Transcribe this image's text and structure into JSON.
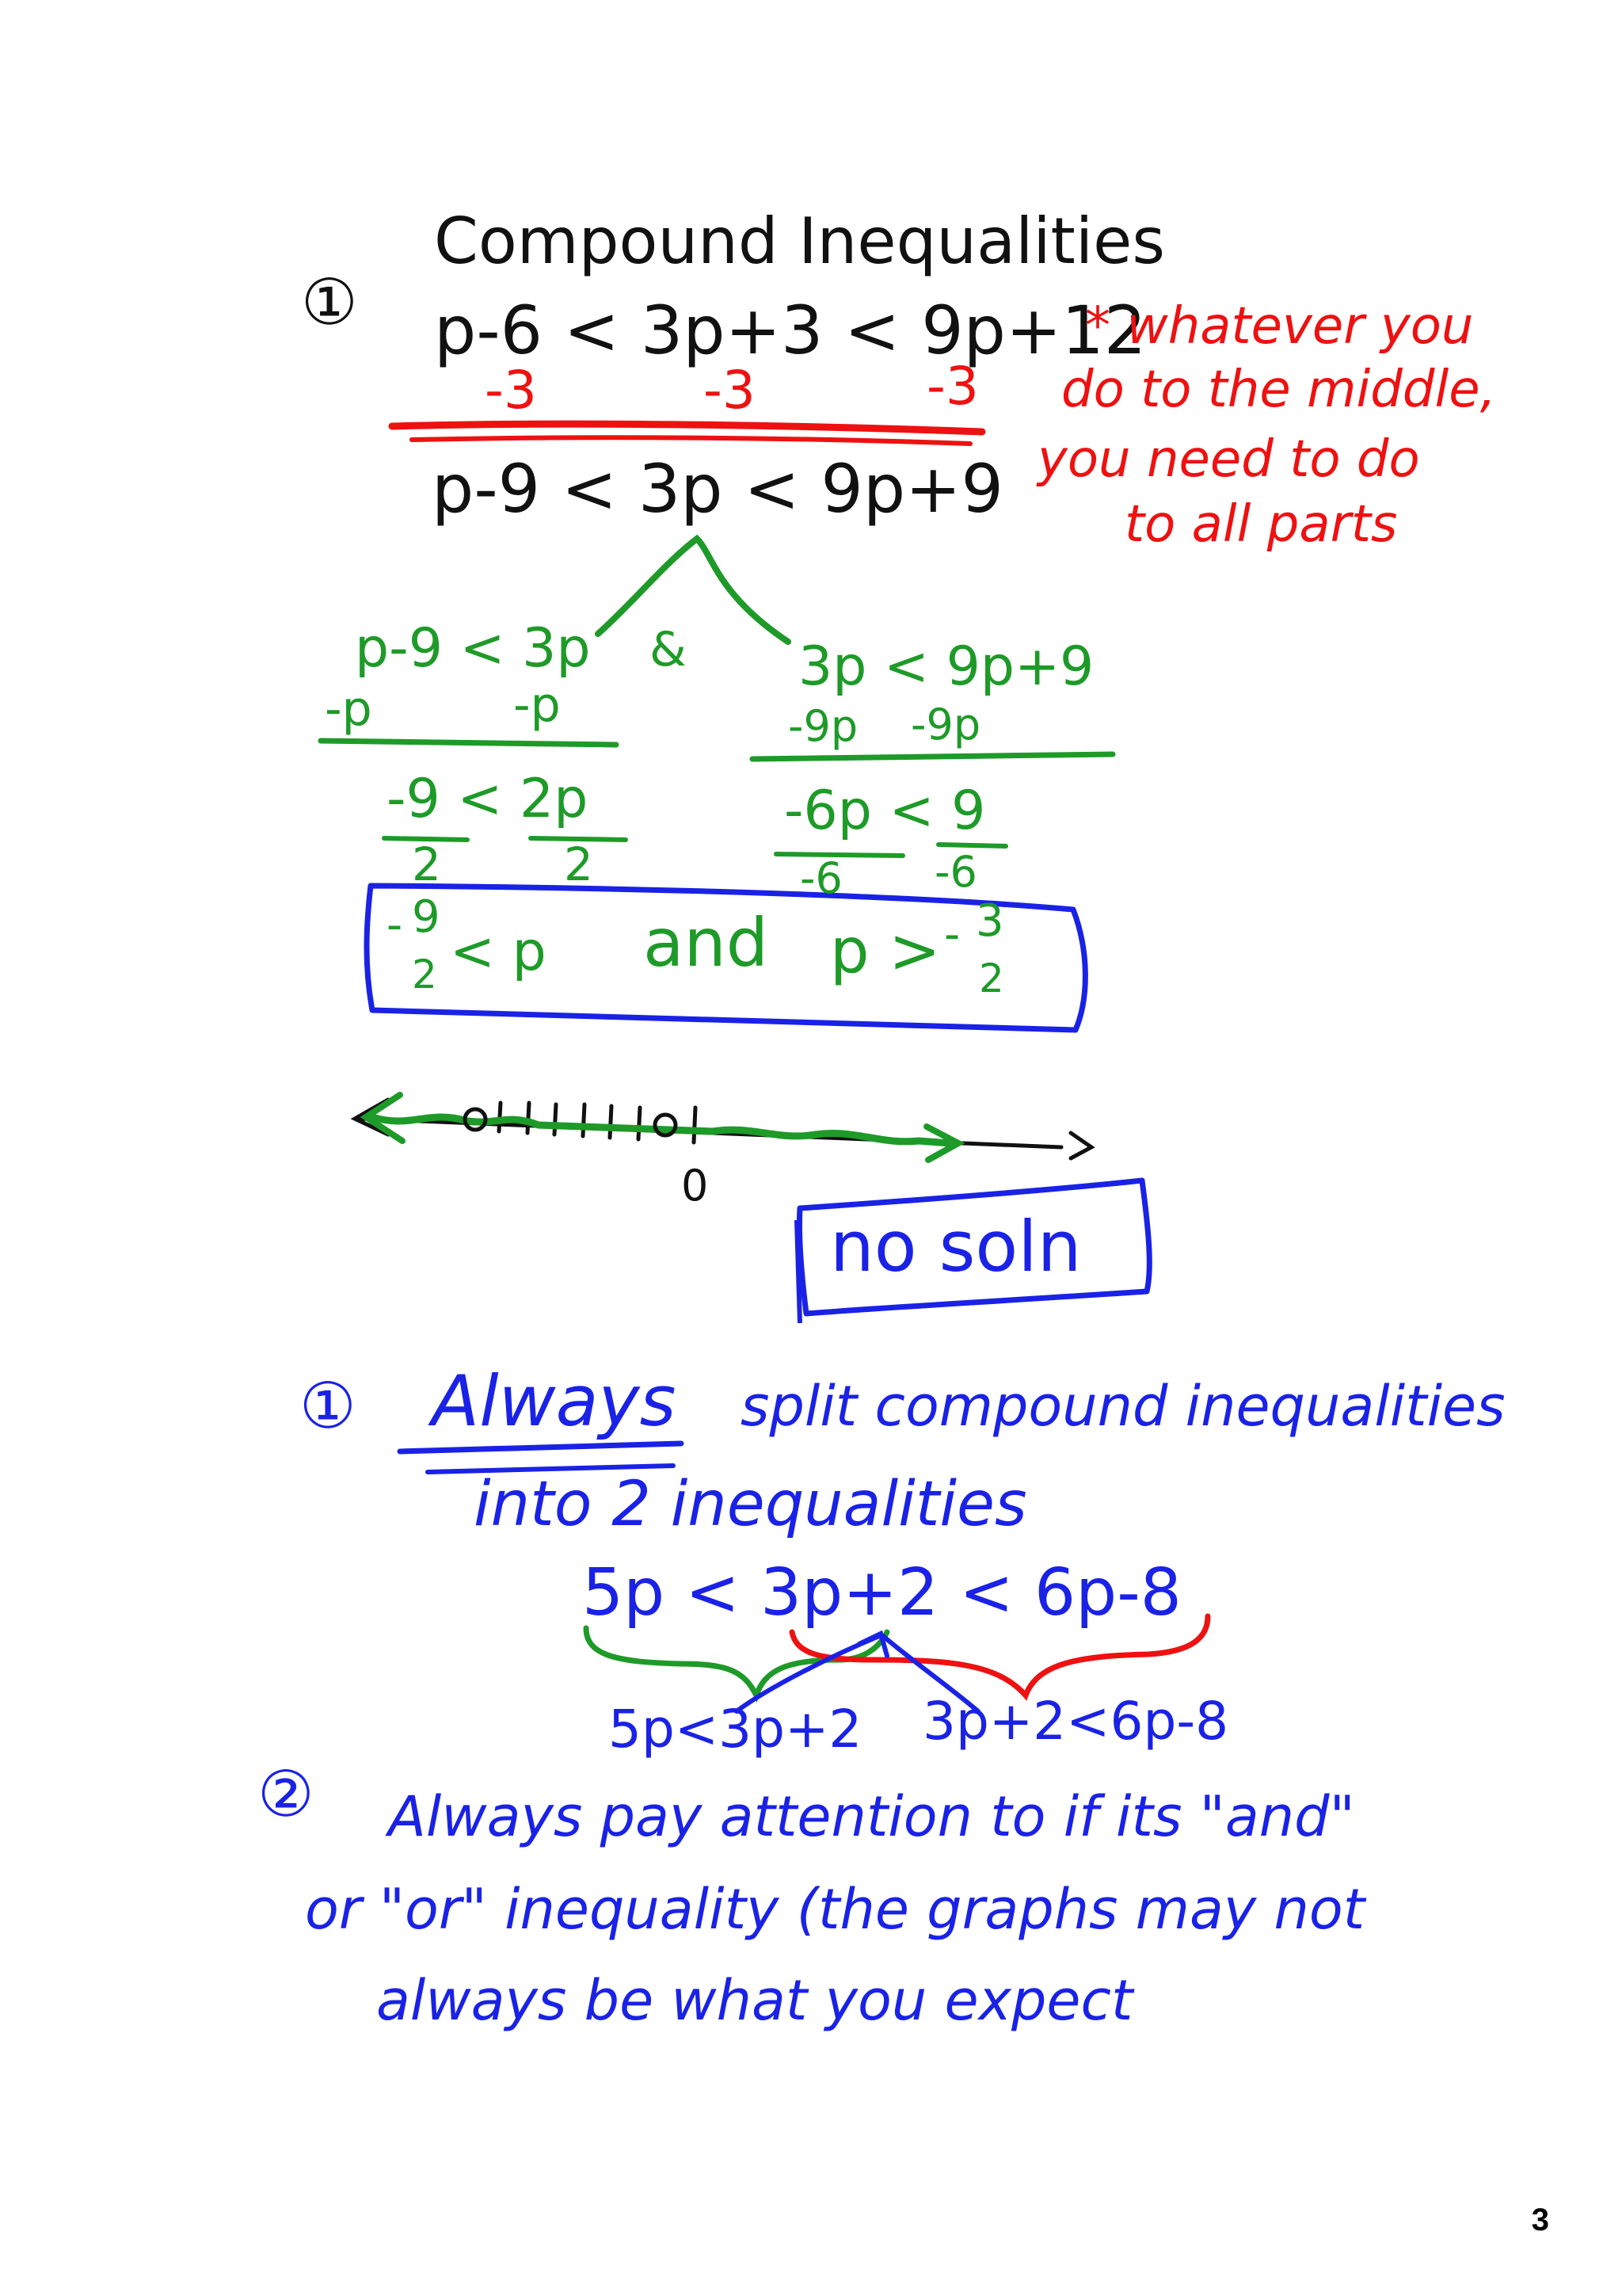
{
  "section1": {
    "number": "①",
    "title": "Compound Inequalities",
    "equation": "p-6 < 3p+3 < 9p+12",
    "subtract": [
      "-3",
      "-3",
      "-3"
    ],
    "result": "p-9 < 3p < 9p+9",
    "note": [
      "* whatever you",
      "do to the middle,",
      "you need to do",
      "to all parts"
    ]
  },
  "left_branch": {
    "line1": "p-9 < 3p",
    "line2a": "-p",
    "line2b": "-p",
    "line3": "-9 < 2p",
    "den1": "2",
    "den2": "2"
  },
  "connector": "&",
  "right_branch": {
    "line1": "3p < 9p+9",
    "line2a": "-9p",
    "line2b": "-9p",
    "line3": "-6p < 9",
    "den1": "-6",
    "den2": "-6"
  },
  "boxed_result": {
    "left_num": "9",
    "left_den": "2",
    "left_rest": "< p",
    "and": "and",
    "right_rest": "p >",
    "right_num": "3",
    "right_den": "2"
  },
  "number_line": {
    "zero_label": "0"
  },
  "no_solution": "no soln",
  "tips": {
    "tip1_number": "①",
    "tip1_always": "Always",
    "tip1_rest": "split compound inequalities",
    "tip1_line2": "into 2 inequalities",
    "example": "5p < 3p+2 < 6p-8",
    "split_left": "5p<3p+2",
    "split_right": "3p+2<6p-8",
    "tip2_number": "②",
    "tip2_line1": "Always pay attention to if its \"and\"",
    "tip2_line2": "or \"or\" inequality (the graphs may not",
    "tip2_line3": "always be what you expect"
  },
  "page_number": "3",
  "colors": {
    "black": "#111111",
    "red": "#ee1111",
    "green": "#1e9a28",
    "blue": "#1a22e6"
  }
}
